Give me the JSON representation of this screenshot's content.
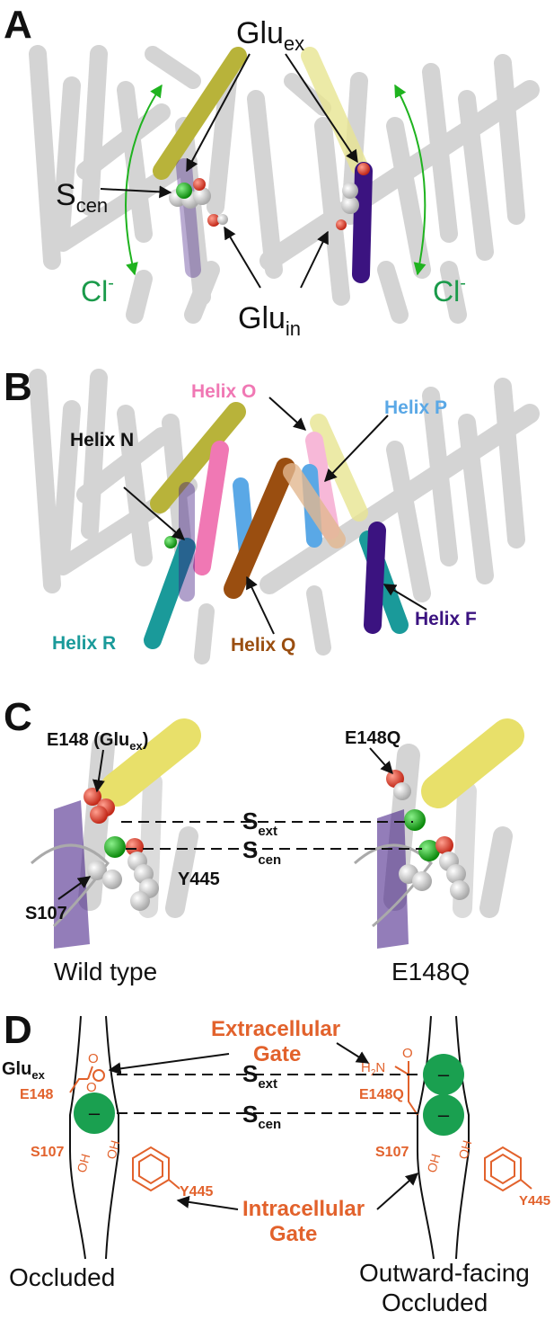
{
  "panels": {
    "a": {
      "label": "A",
      "glu_ex": {
        "main": "Glu",
        "sub": "ex"
      },
      "s_cen": {
        "main": "S",
        "sub": "cen"
      },
      "glu_in": {
        "main": "Glu",
        "sub": "in"
      },
      "cl_left": {
        "main": "Cl",
        "sup": "-"
      },
      "cl_right": {
        "main": "Cl",
        "sup": "-"
      }
    },
    "b": {
      "label": "B",
      "helices": {
        "n": "Helix N",
        "o": "Helix O",
        "p": "Helix P",
        "f": "Helix F",
        "r": "Helix R",
        "q": "Helix Q"
      }
    },
    "c": {
      "label": "C",
      "e148_main": "E148 (Glu",
      "e148_sub": "ex",
      "e148_close": ")",
      "e148q": "E148Q",
      "s_ext": {
        "main": "S",
        "sub": "ext"
      },
      "s_cen": {
        "main": "S",
        "sub": "cen"
      },
      "y445": "Y445",
      "s107": "S107",
      "caption_left": "Wild type",
      "caption_right": "E148Q"
    },
    "d": {
      "label": "D",
      "extracellular_1": "Extracellular",
      "extracellular_2": "Gate",
      "intracellular_1": "Intracellular",
      "intracellular_2": "Gate",
      "glu_ex": {
        "main": "Glu",
        "sub": "ex"
      },
      "e148": "E148",
      "e148q": "E148Q",
      "s107_left": "S107",
      "s107_right": "S107",
      "y445_left": "Y445",
      "y445_right": "Y445",
      "oh": "OH",
      "o": "O",
      "h2n": "H",
      "h2n_sub": "2",
      "h2n_n": "N",
      "s_ext": {
        "main": "S",
        "sub": "ext"
      },
      "s_cen": {
        "main": "S",
        "sub": "cen"
      },
      "minus": "–",
      "caption_left": "Occluded",
      "caption_right_1": "Outward-facing",
      "caption_right_2": "Occluded"
    }
  },
  "colors": {
    "helix_n": "#b8b33a",
    "helix_o": "#f078b4",
    "helix_p": "#5aa8e6",
    "helix_q": "#9a4e10",
    "helix_r": "#1a9a9a",
    "helix_f": "#3b1380",
    "gray": "#d4d4d4",
    "chloride": "#1fb31f",
    "oxygen": "#e8483a",
    "gate_orange": "#e2622c",
    "text_green": "#1a9a4a"
  }
}
